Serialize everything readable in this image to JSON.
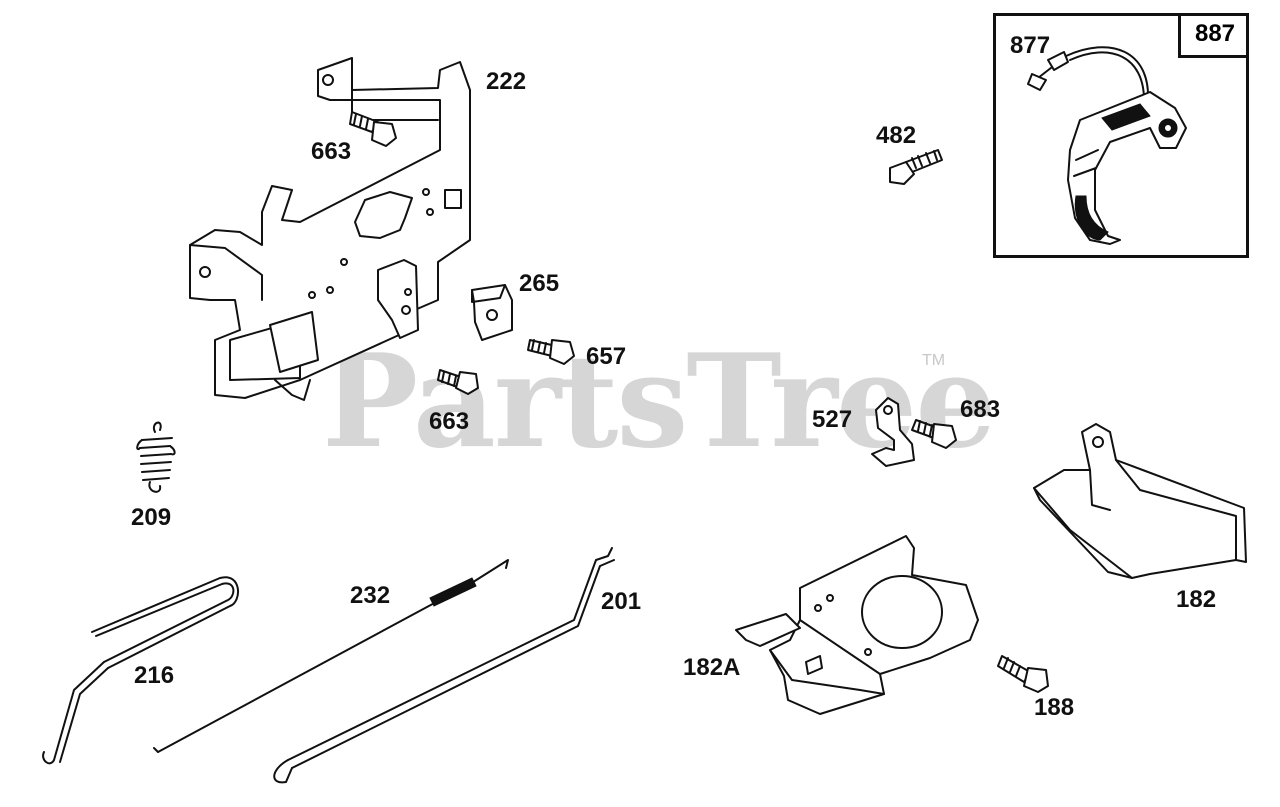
{
  "diagram": {
    "watermark": "PartsTree",
    "trademark": "TM",
    "kit_label": "887",
    "parts": [
      {
        "id": "222",
        "label": "222"
      },
      {
        "id": "663a",
        "label": "663"
      },
      {
        "id": "265",
        "label": "265"
      },
      {
        "id": "657",
        "label": "657"
      },
      {
        "id": "663b",
        "label": "663"
      },
      {
        "id": "209",
        "label": "209"
      },
      {
        "id": "482",
        "label": "482"
      },
      {
        "id": "877",
        "label": "877"
      },
      {
        "id": "527",
        "label": "527"
      },
      {
        "id": "683",
        "label": "683"
      },
      {
        "id": "182",
        "label": "182"
      },
      {
        "id": "232",
        "label": "232"
      },
      {
        "id": "201",
        "label": "201"
      },
      {
        "id": "216",
        "label": "216"
      },
      {
        "id": "182A",
        "label": "182A"
      },
      {
        "id": "188",
        "label": "188"
      }
    ]
  }
}
